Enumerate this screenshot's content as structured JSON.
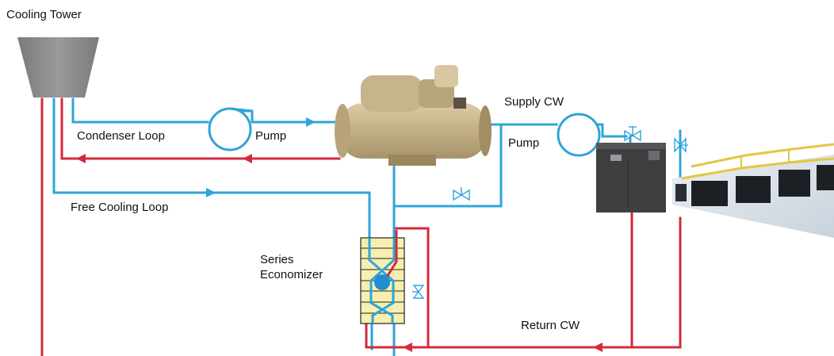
{
  "labels": {
    "cooling_tower": "Cooling Tower",
    "condenser_loop": "Condenser Loop",
    "pump_condenser": "Pump",
    "supply_cw": "Supply CW",
    "pump_supply": "Pump",
    "free_cooling_loop": "Free Cooling Loop",
    "series_economizer_line1": "Series",
    "series_economizer_line2": "Economizer",
    "return_cw": "Return CW"
  },
  "colors": {
    "cold_pipe": "#2fa4d8",
    "hot_pipe": "#d42a3c",
    "tower": "#8a8a8a",
    "chiller": "#c9b48a",
    "crac_unit": "#4a4a4a",
    "economizer_fill": "#f6efb0",
    "economizer_node": "#1f8fd0"
  }
}
